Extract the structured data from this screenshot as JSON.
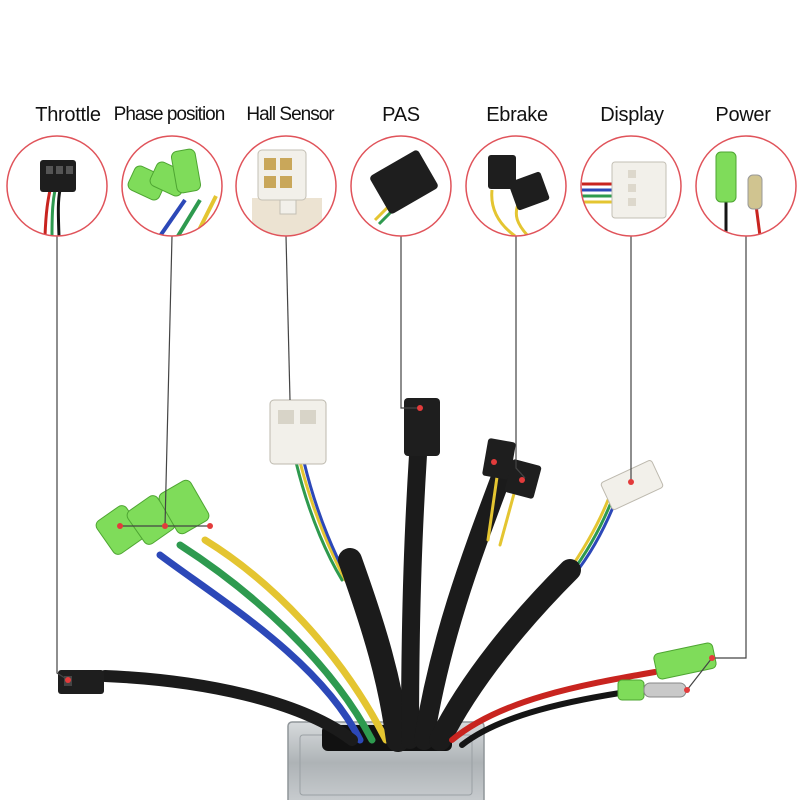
{
  "labels": {
    "throttle": "Throttle",
    "phase_position": "Phase position",
    "hall_sensor": "Hall Sensor",
    "pas": "PAS",
    "ebrake": "Ebrake",
    "display": "Display",
    "power": "Power"
  },
  "colors": {
    "callout_circle": "#e0535a",
    "leader_line": "#444444",
    "pin_marker": "#e33b3b",
    "heat_shrink": "#1b1b1b",
    "connector_black": "#1e1e1e",
    "connector_white": "#f2f0ea",
    "connector_green": "#7fdc5a",
    "wire_yellow": "#e4c531",
    "wire_green": "#2e9a4f",
    "wire_blue": "#2c48b8",
    "wire_red": "#c8241f",
    "wire_black": "#151515",
    "housing": "#bfc3c6"
  },
  "icons": {
    "throttle": "black-3pin-jst-connector",
    "phase_position": "green-bullet-connectors",
    "hall_sensor": "white-6pin-connector",
    "pas": "black-3pin-connector",
    "ebrake": "black-2pin-connectors",
    "display": "white-5pin-connector",
    "power": "green-spade-terminal"
  }
}
